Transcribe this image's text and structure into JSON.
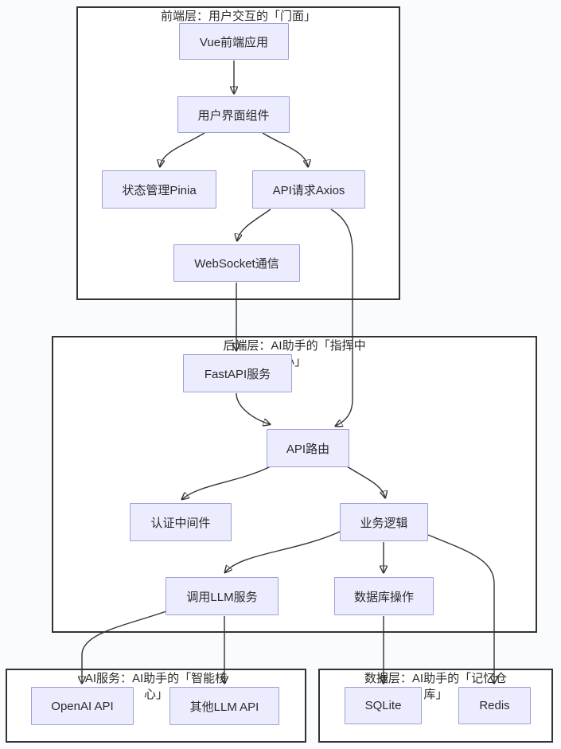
{
  "diagram": {
    "containers": [
      {
        "title": "前端层：用户交互的「门面」"
      },
      {
        "title": "后端层：AI助手的「指挥中心」"
      },
      {
        "title": "AI服务：AI助手的「智能核心」"
      },
      {
        "title": "数据层：AI助手的「记忆仓库」"
      }
    ],
    "nodes": [
      {
        "label": "Vue前端应用"
      },
      {
        "label": "用户界面组件"
      },
      {
        "label": "状态管理Pinia"
      },
      {
        "label": "API请求Axios"
      },
      {
        "label": "WebSocket通信"
      },
      {
        "label": "FastAPI服务"
      },
      {
        "label": "API路由"
      },
      {
        "label": "认证中间件"
      },
      {
        "label": "业务逻辑"
      },
      {
        "label": "调用LLM服务"
      },
      {
        "label": "数据库操作"
      },
      {
        "label": "OpenAI API"
      },
      {
        "label": "其他LLM API"
      },
      {
        "label": "SQLite"
      },
      {
        "label": "Redis"
      }
    ],
    "edges": [
      {
        "from": "Vue前端应用",
        "to": "用户界面组件"
      },
      {
        "from": "用户界面组件",
        "to": "状态管理Pinia"
      },
      {
        "from": "用户界面组件",
        "to": "API请求Axios"
      },
      {
        "from": "API请求Axios",
        "to": "WebSocket通信"
      },
      {
        "from": "API请求Axios",
        "to": "API路由"
      },
      {
        "from": "WebSocket通信",
        "to": "FastAPI服务"
      },
      {
        "from": "FastAPI服务",
        "to": "API路由"
      },
      {
        "from": "API路由",
        "to": "认证中间件"
      },
      {
        "from": "API路由",
        "to": "业务逻辑"
      },
      {
        "from": "业务逻辑",
        "to": "调用LLM服务"
      },
      {
        "from": "业务逻辑",
        "to": "数据库操作"
      },
      {
        "from": "业务逻辑",
        "to": "Redis"
      },
      {
        "from": "调用LLM服务",
        "to": "OpenAI API"
      },
      {
        "from": "调用LLM服务",
        "to": "其他LLM API"
      },
      {
        "from": "数据库操作",
        "to": "SQLite"
      }
    ],
    "colors": {
      "node_fill": "#ECECFF",
      "node_border": "#9f9fd8",
      "container_border": "#333333",
      "edge": "#333333",
      "text": "#2b2b2b",
      "container_fill": "#ffffff",
      "page_background": "#fafbfc"
    }
  }
}
